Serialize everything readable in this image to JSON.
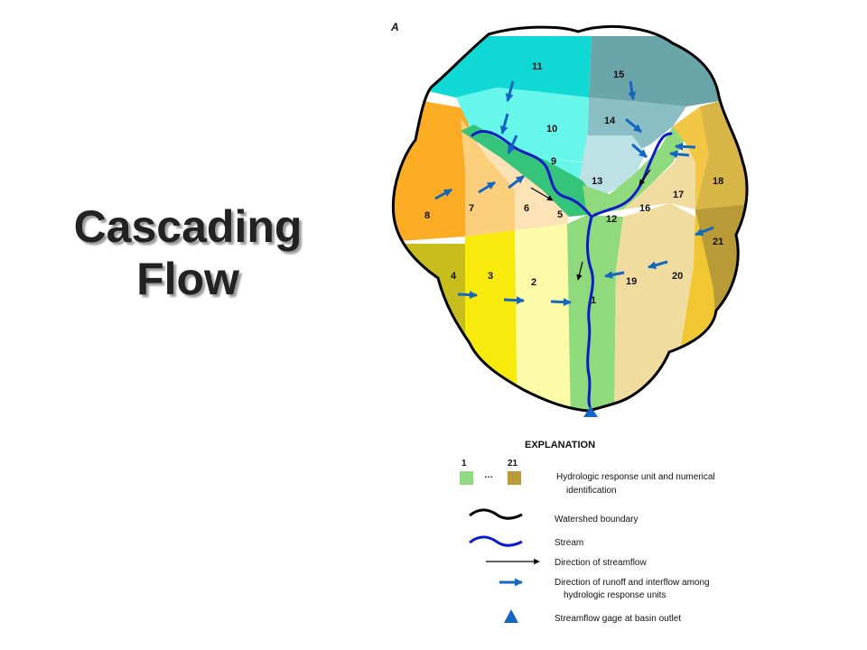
{
  "title": {
    "line1": "Cascading",
    "line2": "Flow"
  },
  "panel_label": "A",
  "hru_labels": [
    "1",
    "2",
    "3",
    "4",
    "5",
    "6",
    "7",
    "8",
    "9",
    "10",
    "11",
    "12",
    "13",
    "14",
    "15",
    "16",
    "17",
    "18",
    "19",
    "20",
    "21"
  ],
  "colors": {
    "hru_1": "#8fda7c",
    "hru_2": "#fbfba8",
    "hru_3": "#f7ea0c",
    "hru_4": "#c7bd1c",
    "hru_5": "#36c47a",
    "hru_6": "#fde2b6",
    "hru_7": "#fccf7c",
    "hru_8": "#faac24",
    "hru_9": "#66f7ea",
    "hru_10": "#66f7ea",
    "hru_11": "#10d9d5",
    "hru_12": "#8fda7c",
    "hru_13": "#bde1e5",
    "hru_14": "#8abfc6",
    "hru_15": "#6aa5aa",
    "hru_16": "#f1dca0",
    "hru_17": "#f4c646",
    "hru_18": "#d7b546",
    "hru_19": "#f1dca0",
    "hru_20": "#f0c733",
    "hru_21": "#b89a37",
    "stream": "#0b1bc7",
    "runoff_arrow": "#1566c0",
    "boundary": "#000000"
  },
  "legend": {
    "title": "EXPLANATION",
    "hru_first_number": "1",
    "hru_last_number": "21",
    "ellipsis": "…",
    "hru_text_line1": "Hydrologic response unit and numerical",
    "hru_text_line2": "identification",
    "boundary_text": "Watershed boundary",
    "stream_text": "Stream",
    "streamflow_text": "Direction of streamflow",
    "runoff_text_line1": "Direction of runoff and interflow among",
    "runoff_text_line2": "hydrologic response units",
    "gage_text": "Streamflow gage at basin outlet"
  }
}
